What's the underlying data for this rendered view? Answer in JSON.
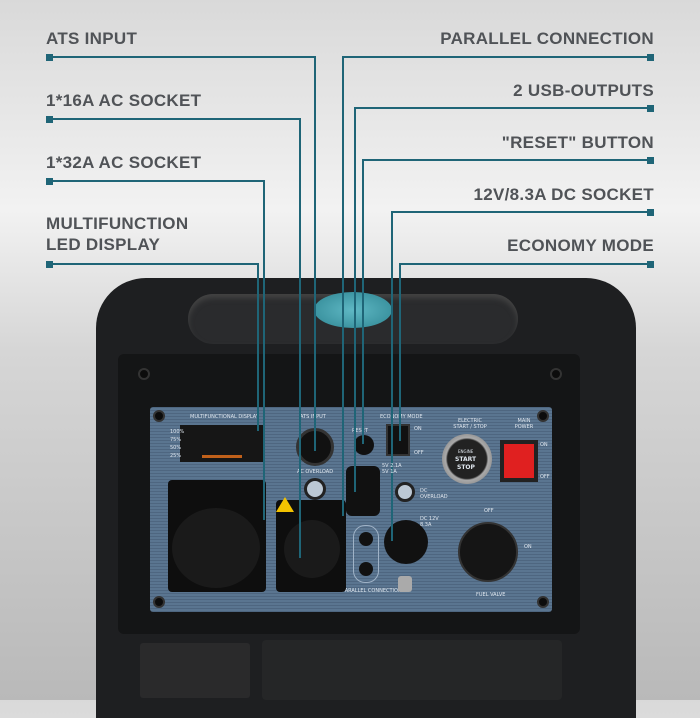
{
  "callouts": {
    "left": [
      "ATS INPUT",
      "1*16A AC SOCKET",
      "1*32A AC SOCKET",
      "MULTIFUNCTION",
      "LED DISPLAY"
    ],
    "right": [
      "PARALLEL CONNECTION",
      "2 USB-OUTPUTS",
      "\"RESET\" BUTTON",
      "12V/8.3A DC SOCKET",
      "ECONOMY MODE"
    ]
  },
  "panel": {
    "display": "MULTIFUNCTIONAL DISPLAY",
    "levels": [
      "100%",
      "75%",
      "50%",
      "25%"
    ],
    "ats": "ATS INPUT",
    "ac_overload": "AC OVERLOAD",
    "reset": "RESET",
    "economy": "ECONOMY MODE",
    "on": "ON",
    "off": "OFF",
    "electric": "ELECTRIC START / STOP",
    "main_power": "MAIN POWER",
    "engine": "ENGINE",
    "start": "START",
    "stop": "STOP",
    "usb": "5V 2.1A 5V 1A",
    "dc_overload": "DC OVERLOAD",
    "dc": "DC 12V 8.3A",
    "parallel": "PARALLEL CONNECTION",
    "fuel": "FUEL VALVE"
  },
  "colors": {
    "accent": "#1f6577",
    "label": "#505357",
    "reset_red": "#e02020",
    "handle_teal": "#3b9aa8"
  }
}
